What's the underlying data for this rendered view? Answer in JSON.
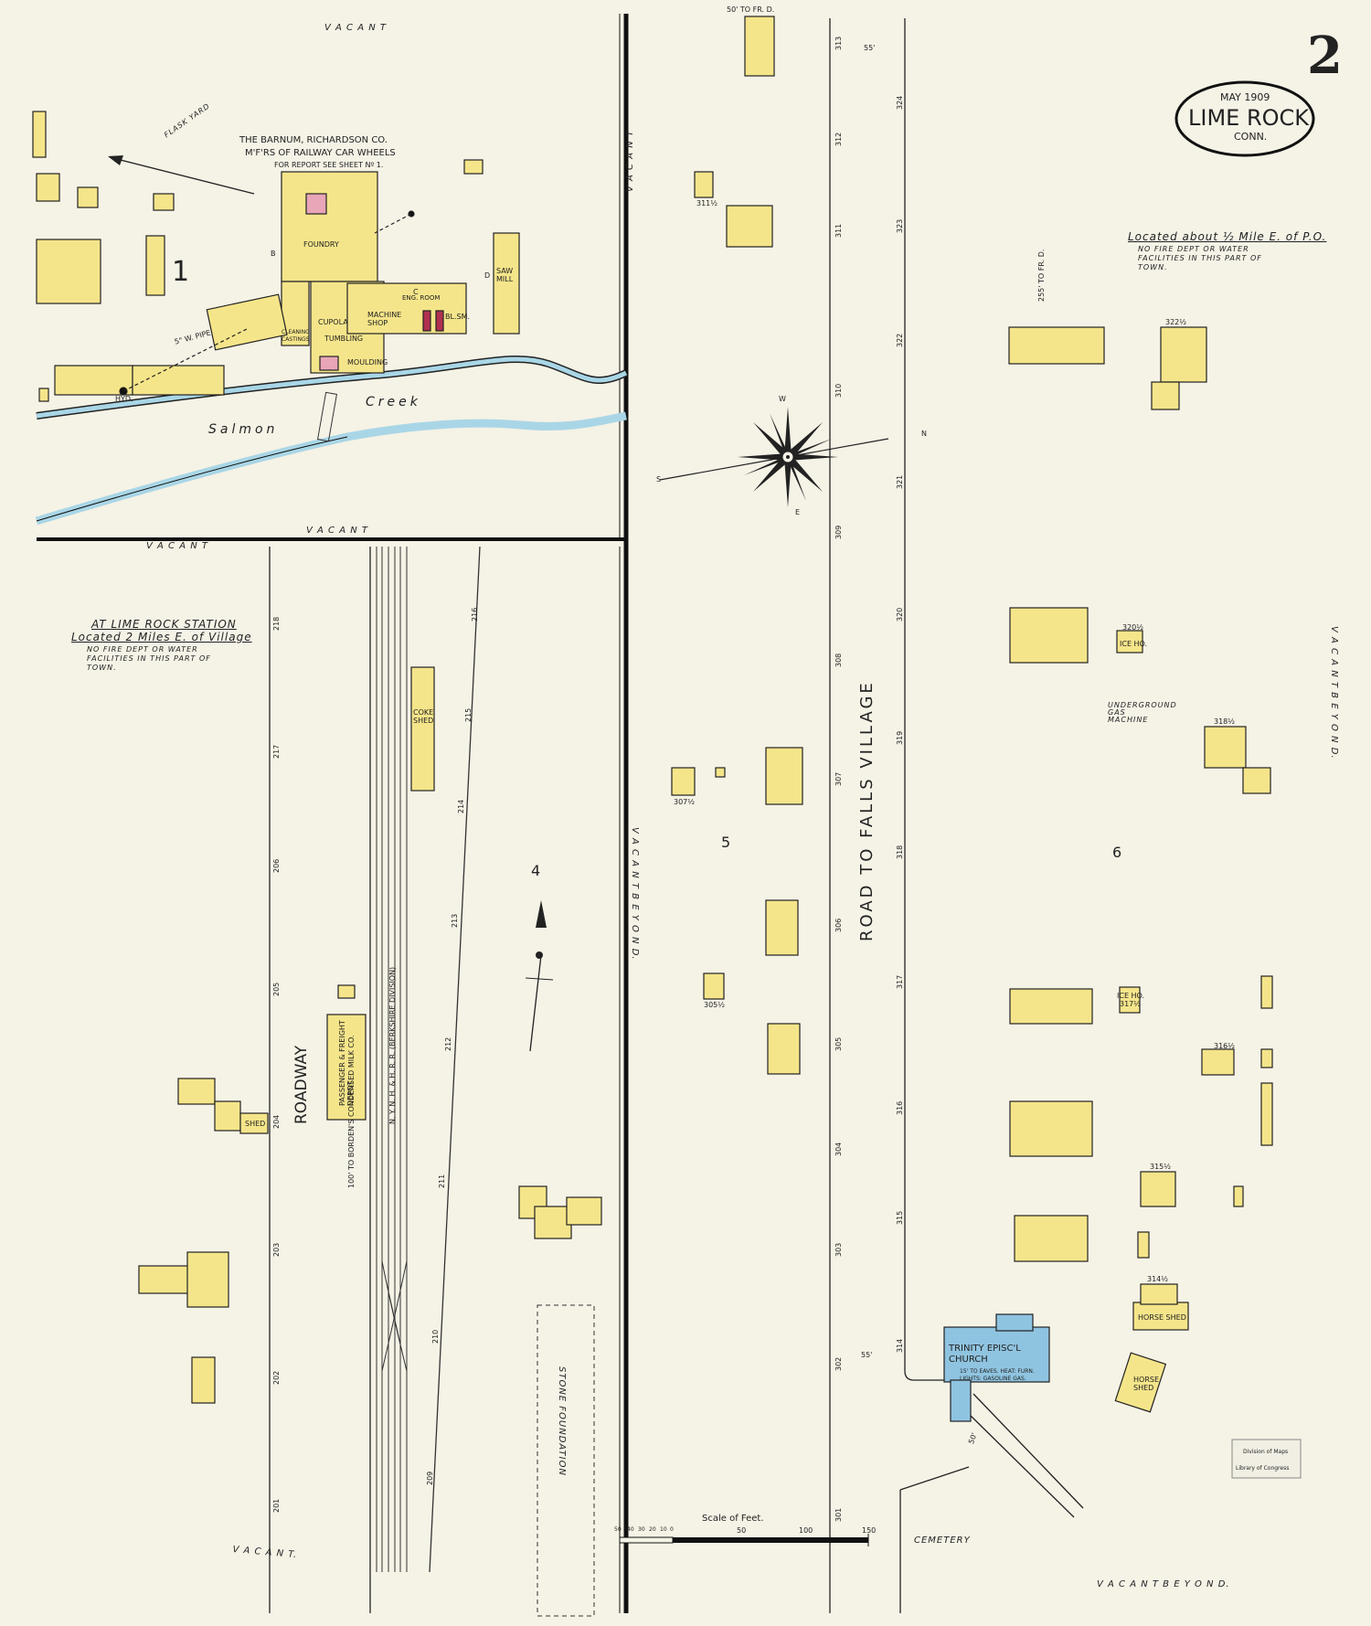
{
  "sheet": {
    "number": "2",
    "date": "MAY 1909",
    "town": "LIME ROCK",
    "state": "CONN."
  },
  "colors": {
    "paper": "#f5f2e6",
    "frame_building": "#f5e58a",
    "brick_building": "#e8a6b8",
    "church": "#8fc4e0",
    "water": "#a9d6e6",
    "ink": "#1a1a1a"
  },
  "notes": {
    "east_location": "Located about ½ Mile E. of P.O.",
    "east_facilities": "NO FIRE DEPT OR WATER FACILITIES IN THIS PART OF TOWN.",
    "station_heading": "AT LIME ROCK STATION",
    "station_location": "Located 2 Miles E. of Village",
    "station_facilities": "NO FIRE DEPT OR WATER FACILITIES IN THIS PART OF TOWN."
  },
  "factory": {
    "name": "THE BARNUM, RICHARDSON CO.",
    "desc": "M'F'RS OF RAILWAY CAR WHEELS",
    "report": "FOR REPORT SEE SHEET Nº 1.",
    "foundry": "FOUNDRY",
    "cupola": "CUPOLA",
    "tumbling": "TUMBLING",
    "moulding": "MOULDING",
    "cleaning": "CLEANING CASTINGS",
    "machine_shop": "MACHINE SHOP",
    "eng_room": "ENG. ROOM",
    "blsm": "BL.SM.",
    "saw_mill": "SAW MILL",
    "flask_yard": "FLASK YARD",
    "pipe": "5\" W. PIPE",
    "hyd": "HYD.",
    "sec_b": "B",
    "sec_c": "C",
    "sec_d": "D"
  },
  "labels": {
    "vacant_top": "V A C A N T",
    "vacant_mid": "V A C A N T",
    "vacant_left": "V A C A N T",
    "vacant_bottom_left": "V A C A N T.",
    "vacant_beyond_bottom": "V A C A N T   B E Y O N D.",
    "vacant_beyond_right": "V A C A N T   B E Y O N D.",
    "vacant_beyond_mid": "V A C A N T   B E Y O N D.",
    "vacant_road_upper": "V A C A N T",
    "salmon": "Salmon",
    "creek": "Creek",
    "road": "ROAD  TO  FALLS  VILLAGE",
    "roadway": "ROADWAY",
    "coke_shed": "COKE SHED",
    "depot": "PASSENGER & FREIGHT DEPOT",
    "railroad": "N. Y. N. H. & H. R. R.  (BERKSHIRE DIVISION)",
    "condensed_milk": "100' TO BORDEN'S CONDENSED MILK CO.",
    "stone_foundation": "STONE FOUNDATION",
    "cemetery": "CEMETERY",
    "church_name": "TRINITY EPISC'L CHURCH",
    "church_note": "15' TO EAVES. HEAT: FURN. LIGHTS: GASOLINE GAS.",
    "ice_house": "ICE HO.",
    "ice_house2": "ICE HO.",
    "underground_gas": "UNDERGROUND GAS MACHINE",
    "horse_shed1": "HORSE SHED",
    "horse_shed2": "HORSE SHED",
    "shed": "SHED",
    "fr_d": "50' TO FR. D.",
    "fr_d2": "255' TO FR. D.",
    "stamp_line1": "Division of Maps",
    "stamp_line2": "Library of Congress"
  },
  "blocks": [
    "1",
    "4",
    "5",
    "6"
  ],
  "house_numbers": {
    "h311": "311½",
    "h307": "307½",
    "h305": "305½",
    "h322": "322½",
    "h320": "320½",
    "h318": "318½",
    "h317": "317½",
    "h316": "316½",
    "h315": "315½",
    "h314": "314½",
    "road_left": [
      "313",
      "312",
      "311",
      "310",
      "309",
      "308",
      "307",
      "306",
      "305",
      "304",
      "303",
      "302",
      "301"
    ],
    "road_right": [
      "324",
      "323",
      "322",
      "321",
      "320",
      "319",
      "318",
      "317",
      "316",
      "315",
      "314"
    ],
    "rail_left": [
      "218",
      "217",
      "206",
      "205",
      "204",
      "203",
      "202",
      "201"
    ],
    "rail_right": [
      "216",
      "215",
      "214",
      "213",
      "212",
      "211",
      "210",
      "209"
    ]
  },
  "scale": {
    "title": "Scale of Feet.",
    "ticks": [
      "50",
      "40",
      "30",
      "20",
      "10",
      "0",
      "50",
      "100",
      "150"
    ]
  },
  "distances": {
    "d55a": "55'",
    "d55b": "55'",
    "d50": "50'"
  },
  "compass": {
    "n": "N",
    "s": "S",
    "e": "E",
    "w": "W"
  }
}
